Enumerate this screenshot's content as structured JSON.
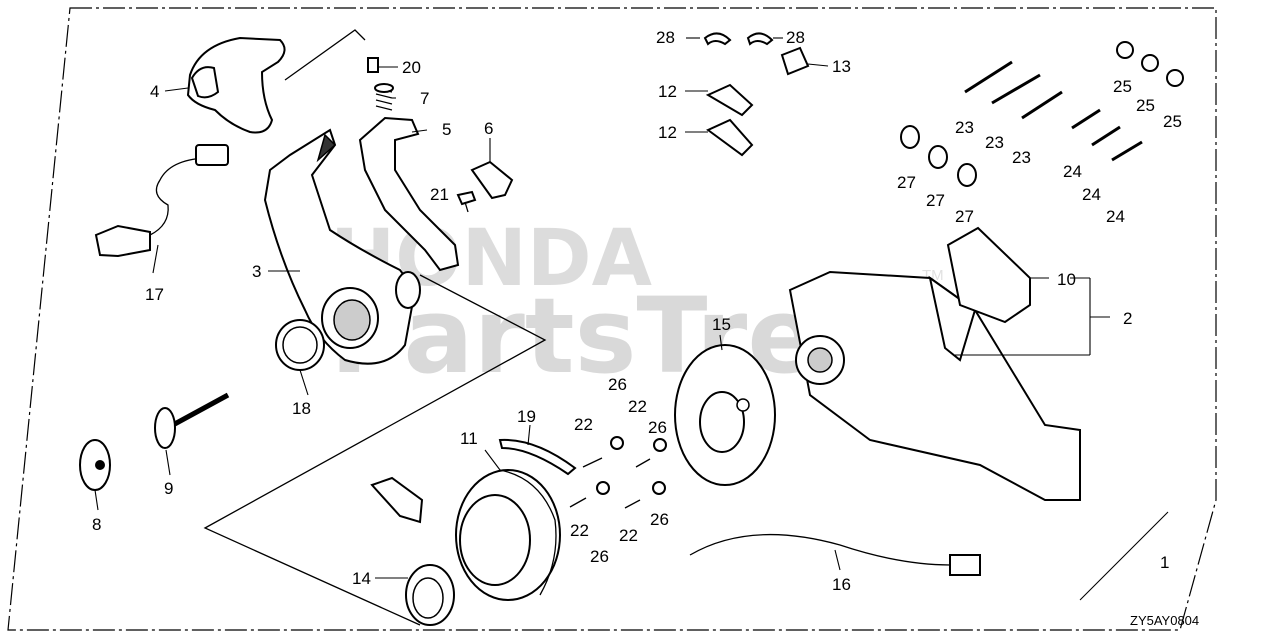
{
  "diagram": {
    "code": "ZY5AY0804",
    "watermark": {
      "brand": "HONDA",
      "site": "PartsTree",
      "tm": "TM"
    },
    "callouts": [
      {
        "id": "c1",
        "text": "1"
      },
      {
        "id": "c2",
        "text": "2"
      },
      {
        "id": "c3",
        "text": "3"
      },
      {
        "id": "c4",
        "text": "4"
      },
      {
        "id": "c5",
        "text": "5"
      },
      {
        "id": "c6",
        "text": "6"
      },
      {
        "id": "c7",
        "text": "7"
      },
      {
        "id": "c8",
        "text": "8"
      },
      {
        "id": "c9",
        "text": "9"
      },
      {
        "id": "c10",
        "text": "10"
      },
      {
        "id": "c11",
        "text": "11"
      },
      {
        "id": "c12a",
        "text": "12"
      },
      {
        "id": "c12b",
        "text": "12"
      },
      {
        "id": "c13",
        "text": "13"
      },
      {
        "id": "c14",
        "text": "14"
      },
      {
        "id": "c15",
        "text": "15"
      },
      {
        "id": "c16",
        "text": "16"
      },
      {
        "id": "c17",
        "text": "17"
      },
      {
        "id": "c18",
        "text": "18"
      },
      {
        "id": "c19",
        "text": "19"
      },
      {
        "id": "c20",
        "text": "20"
      },
      {
        "id": "c21",
        "text": "21"
      },
      {
        "id": "c22a",
        "text": "22"
      },
      {
        "id": "c22b",
        "text": "22"
      },
      {
        "id": "c22c",
        "text": "22"
      },
      {
        "id": "c22d",
        "text": "22"
      },
      {
        "id": "c23a",
        "text": "23"
      },
      {
        "id": "c23b",
        "text": "23"
      },
      {
        "id": "c23c",
        "text": "23"
      },
      {
        "id": "c24a",
        "text": "24"
      },
      {
        "id": "c24b",
        "text": "24"
      },
      {
        "id": "c24c",
        "text": "24"
      },
      {
        "id": "c25a",
        "text": "25"
      },
      {
        "id": "c25b",
        "text": "25"
      },
      {
        "id": "c25c",
        "text": "25"
      },
      {
        "id": "c26a",
        "text": "26"
      },
      {
        "id": "c26b",
        "text": "26"
      },
      {
        "id": "c26c",
        "text": "26"
      },
      {
        "id": "c26d",
        "text": "26"
      },
      {
        "id": "c27a",
        "text": "27"
      },
      {
        "id": "c27b",
        "text": "27"
      },
      {
        "id": "c27c",
        "text": "27"
      },
      {
        "id": "c28a",
        "text": "28"
      },
      {
        "id": "c28b",
        "text": "28"
      }
    ]
  }
}
